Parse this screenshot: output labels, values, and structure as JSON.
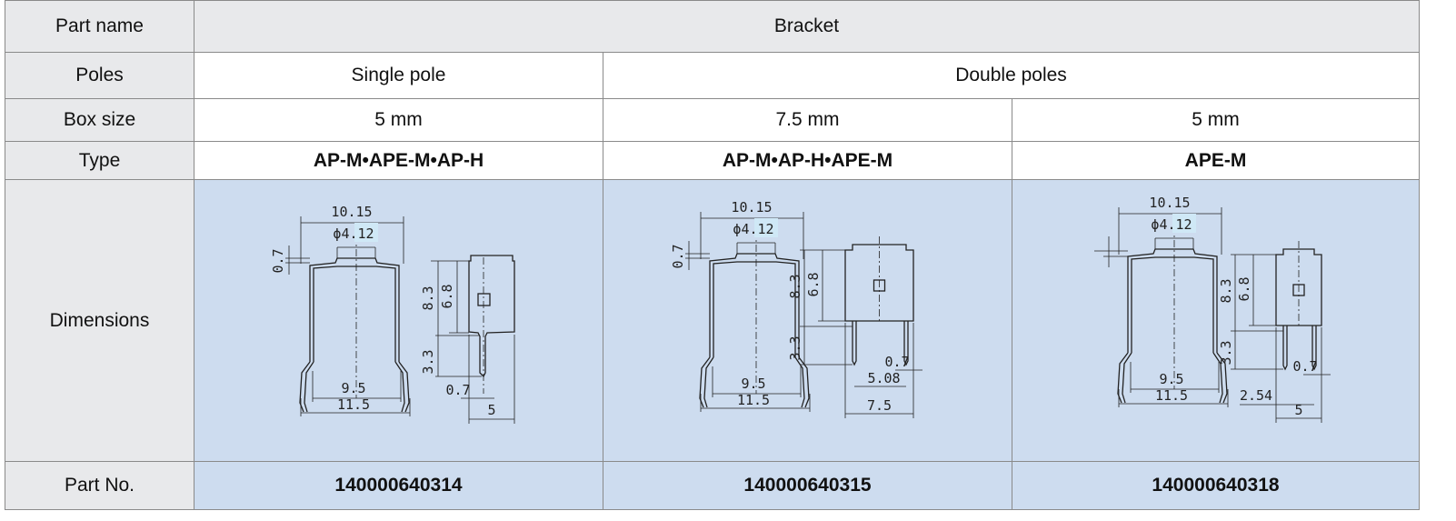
{
  "rows": {
    "part_name": {
      "label": "Part name",
      "value": "Bracket"
    },
    "poles": {
      "label": "Poles",
      "values": [
        "Single pole",
        "Double poles"
      ]
    },
    "box_size": {
      "label": "Box size",
      "values": [
        "5 mm",
        "7.5 mm",
        "5 mm"
      ]
    },
    "type": {
      "label": "Type",
      "values": [
        "AP-M•APE-M•AP-H",
        "AP-M•AP-H•APE-M",
        "APE-M"
      ]
    },
    "dimensions": {
      "label": "Dimensions"
    },
    "part_no": {
      "label": "Part No.",
      "values": [
        "140000640314",
        "140000640315",
        "140000640318"
      ]
    }
  },
  "drawings": [
    {
      "variant": "single",
      "labels": {
        "top_width": "10.15",
        "hole": "ϕ4.12",
        "thickness": "0.7",
        "inner": "9.5",
        "outer": "11.5",
        "height": "8.3",
        "body": "6.8",
        "pin": "3.3",
        "pin_w": "0.7",
        "depth": "5"
      }
    },
    {
      "variant": "double75",
      "labels": {
        "top_width": "10.15",
        "hole": "ϕ4.12",
        "thickness": "0.7",
        "inner": "9.5",
        "outer": "11.5",
        "height": "8.3",
        "body": "6.8",
        "pin": "3.3",
        "pin_w": "0.7",
        "pitch": "5.08",
        "depth": "7.5"
      }
    },
    {
      "variant": "double5",
      "labels": {
        "top_width": "10.15",
        "hole": "ϕ4.12",
        "inner": "9.5",
        "outer": "11.5",
        "height": "8.3",
        "body": "6.8",
        "pin": "3.3",
        "pin_w": "0.7",
        "pitch": "2.54",
        "depth": "5"
      }
    }
  ]
}
